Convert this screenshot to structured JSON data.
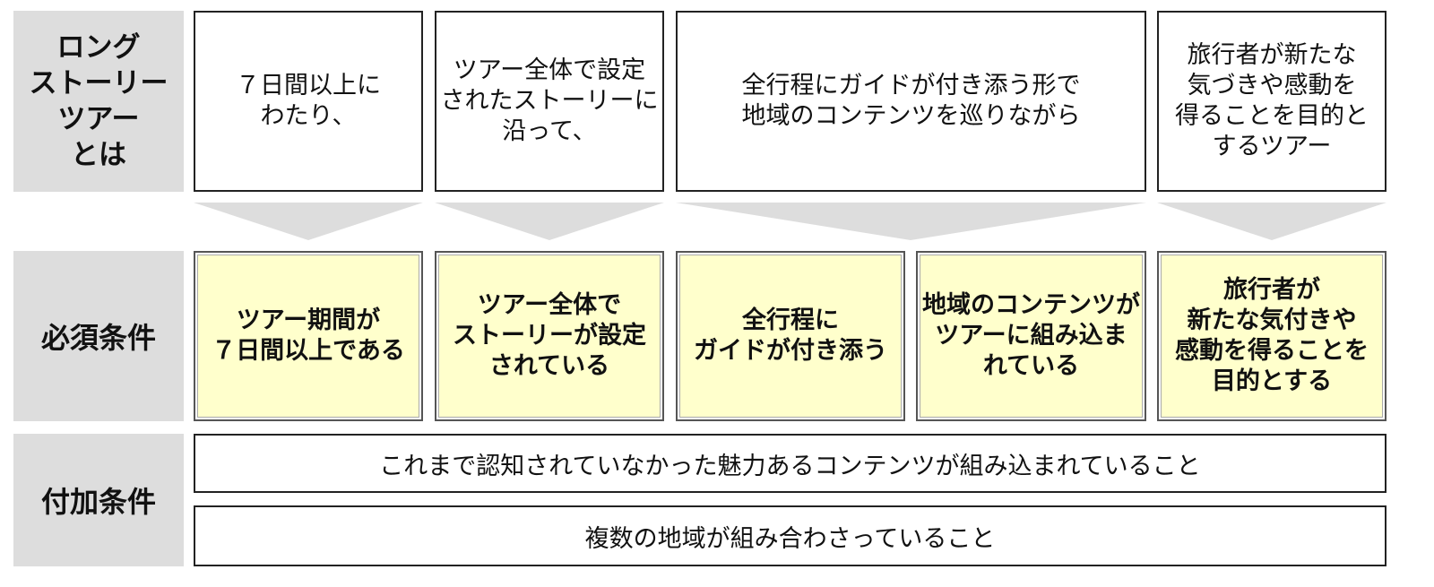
{
  "labels": {
    "definition": "ロング\nストーリー\nツアー\nとは",
    "required": "必須条件",
    "additional": "付加条件"
  },
  "definition_boxes": [
    "７日間以上に\nわたり、",
    "ツアー全体で設定\nされたストーリーに\n沿って、",
    "全行程にガイドが付き添う形で\n地域のコンテンツを巡りながら",
    "旅行者が新たな\n気づきや感動を\n得ることを目的と\nするツアー"
  ],
  "required_boxes": [
    "ツアー期間が\n７日間以上である",
    "ツアー全体で\nストーリーが設定\nされている",
    "全行程に\nガイドが付き添う",
    "地域のコンテンツが\nツアーに組み込ま\nれている",
    "旅行者が\n新たな気付きや\n感動を得ることを\n目的とする"
  ],
  "additional_boxes": [
    "これまで認知されていなかった魅力あるコンテンツが組み込まれていること",
    "複数の地域が組み合わさっていること"
  ],
  "colors": {
    "label_bg": "#dddddd",
    "required_bg": "#ffffcc",
    "arrow": "#dddddd"
  }
}
